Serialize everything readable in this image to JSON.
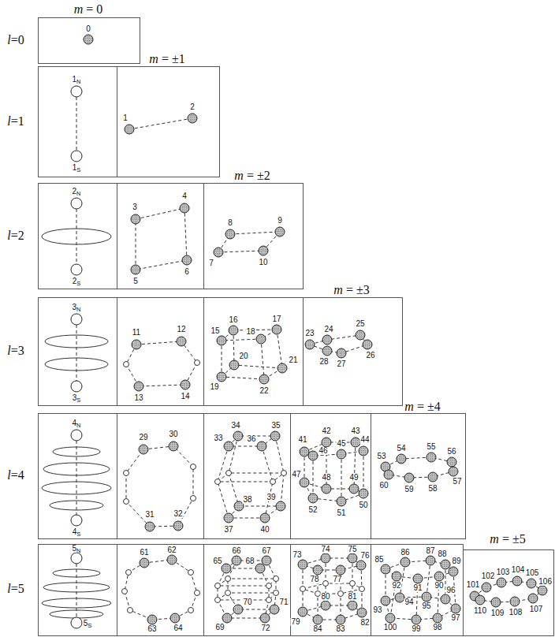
{
  "diagram": {
    "labels": [
      "m = 0",
      "l=0",
      "0",
      "m = ±1",
      "l=1",
      "1N",
      "1S",
      "1",
      "2",
      "m = ±2",
      "l=2",
      "2N",
      "2S",
      "3",
      "4",
      "5",
      "6",
      "7",
      "8",
      "9",
      "10",
      "m = ±3",
      "l=3",
      "3N",
      "3S",
      "11",
      "12",
      "13",
      "14",
      "15",
      "16",
      "17",
      "18",
      "19",
      "20",
      "21",
      "22",
      "23",
      "24",
      "25",
      "26",
      "27",
      "28",
      "m = ±4",
      "l=4",
      "4N",
      "4S",
      "29",
      "30",
      "31",
      "32",
      "33",
      "34",
      "35",
      "36",
      "37",
      "38",
      "39",
      "40",
      "41",
      "42",
      "43",
      "44",
      "45",
      "46",
      "47",
      "48",
      "49",
      "50",
      "51",
      "52",
      "53",
      "54",
      "55",
      "56",
      "57",
      "58",
      "59",
      "60",
      "m = ±5",
      "l=5",
      "5N",
      "5S",
      "61",
      "62",
      "63",
      "64",
      "65",
      "66",
      "67",
      "68",
      "69",
      "70",
      "71",
      "72",
      "73",
      "74",
      "75",
      "76",
      "77",
      "78",
      "79",
      "80",
      "81",
      "82",
      "83",
      "84",
      "85",
      "86",
      "87",
      "88",
      "89",
      "90",
      "91",
      "92",
      "93",
      "94",
      "95",
      "96",
      "97",
      "98",
      "99",
      "100",
      "101",
      "102",
      "103",
      "104",
      "105",
      "106",
      "107",
      "108",
      "109",
      "110"
    ]
  }
}
